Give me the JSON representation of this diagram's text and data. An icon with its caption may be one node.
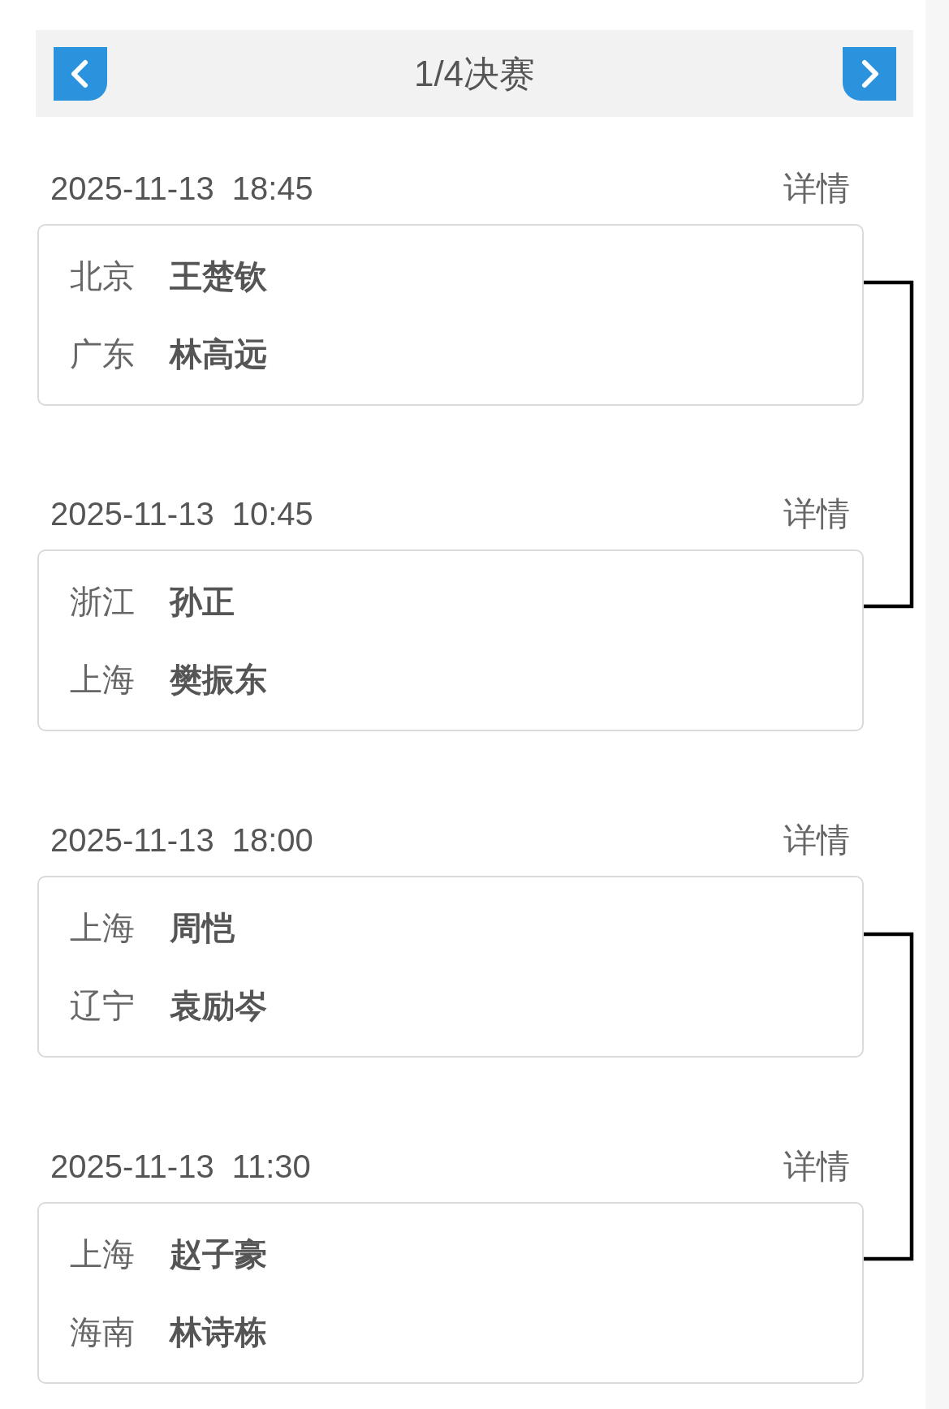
{
  "diagram": {
    "title": "1/4决赛",
    "nodes": [
      {
        "text": [
          "北京",
          "王楚钦",
          "广东",
          "林高远"
        ],
        "beside": [
          "2025-11-13",
          "18:45",
          "详情"
        ]
      },
      {
        "text": [
          "浙江",
          "孙正",
          "上海",
          "樊振东"
        ],
        "beside": [
          "2025-11-13",
          "10:45",
          "详情"
        ]
      },
      {
        "text": [
          "上海",
          "周恺",
          "辽宁",
          "袁励岑"
        ],
        "beside": [
          "2025-11-13",
          "18:00",
          "详情"
        ]
      },
      {
        "text": [
          "上海",
          "赵子豪",
          "海南",
          "林诗栋"
        ],
        "beside": [
          "2025-11-13",
          "11:30",
          "详情"
        ]
      }
    ],
    "edges": [
      {
        "from": 0,
        "to": 1,
        "arrow": "none"
      },
      {
        "from": 2,
        "to": 3,
        "arrow": "none"
      }
    ]
  }
}
